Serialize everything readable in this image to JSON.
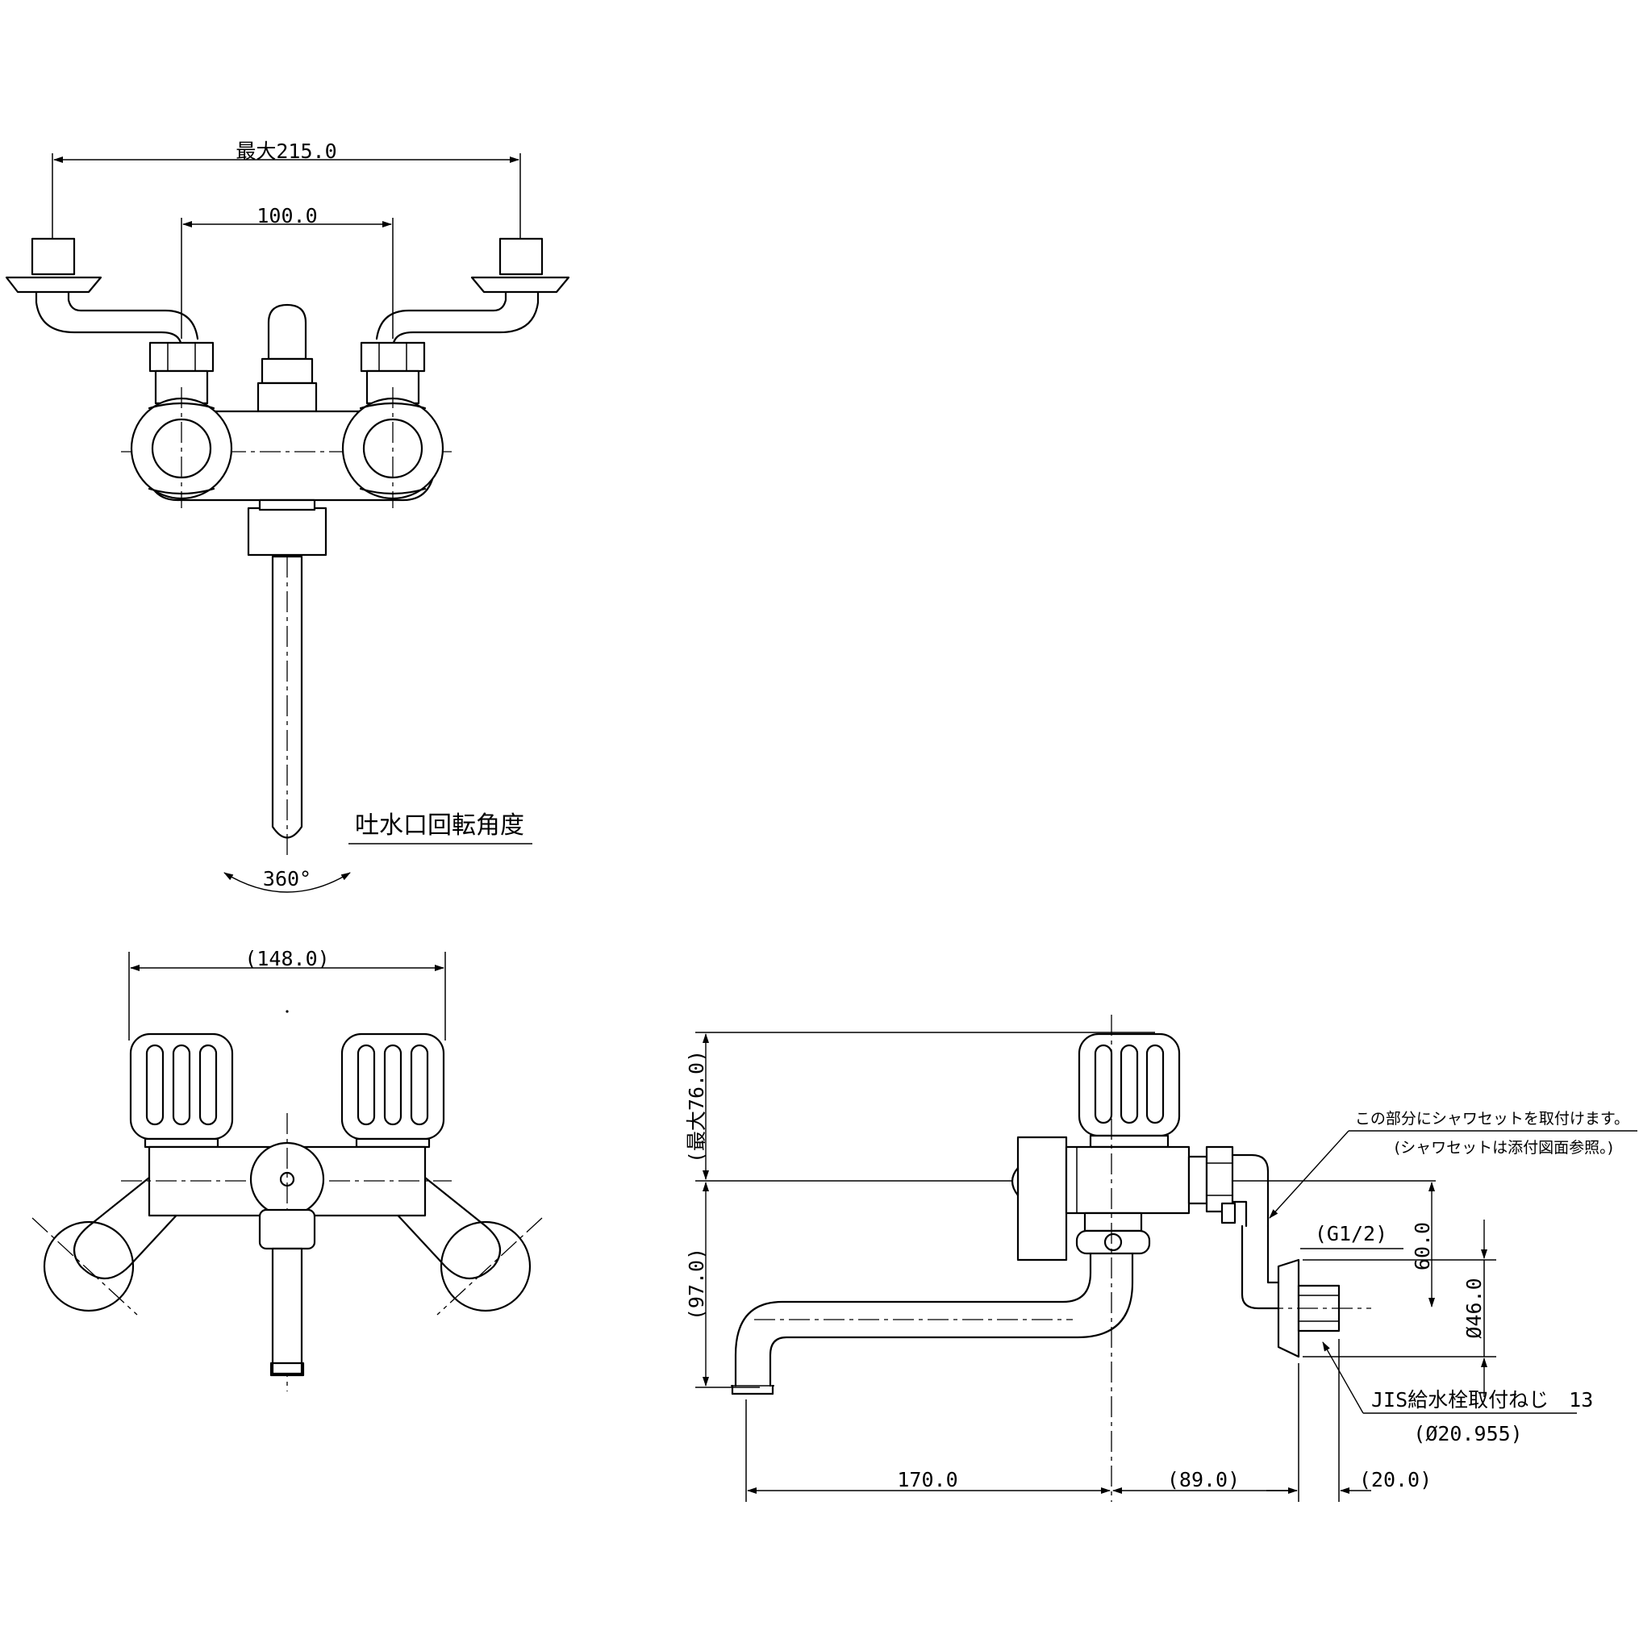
{
  "top_view": {
    "dim_max_width": "最大215.0",
    "dim_center_distance": "100.0",
    "spout_rotation_label": "吐水口回転角度",
    "spout_rotation_angle": "360°"
  },
  "front_view": {
    "dim_width": "(148.0)"
  },
  "side_view": {
    "dim_max_height_top": "(最大76.0)",
    "dim_spout_height": "(97.0)",
    "dim_spout_length": "170.0",
    "dim_body_to_wall": "(89.0)",
    "dim_wall_fitting": "(20.0)",
    "dim_shower_offset": "60.0",
    "dim_flange_diameter": "Ø46.0",
    "shower_note_line1": "この部分にシャワセットを取付けます。",
    "shower_note_line2": "(シャワセットは添付図面参照。)",
    "shower_thread": "(G1/2)",
    "supply_thread_label": "JIS給水栓取付ねじ　13",
    "supply_thread_diameter": "(Ø20.955)"
  }
}
